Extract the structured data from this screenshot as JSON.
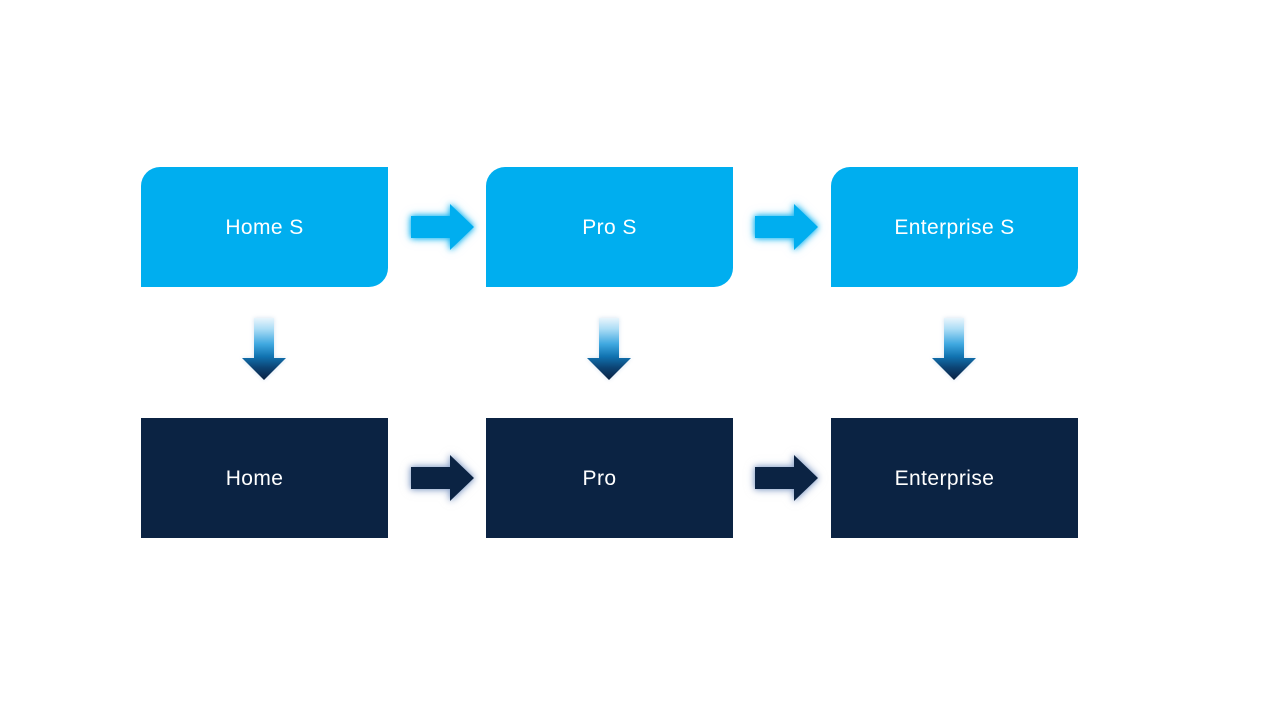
{
  "colors": {
    "background": "#FFFFFF",
    "cyan": "#00AEEF",
    "navy": "#0B2343",
    "label": "#FFFFFF"
  },
  "nodes": {
    "top": [
      {
        "label": "Home S"
      },
      {
        "label": "Pro S"
      },
      {
        "label": "Enterprise S"
      }
    ],
    "bottom": [
      {
        "label": "Home"
      },
      {
        "label": "Pro"
      },
      {
        "label": "Enterprise"
      }
    ]
  }
}
